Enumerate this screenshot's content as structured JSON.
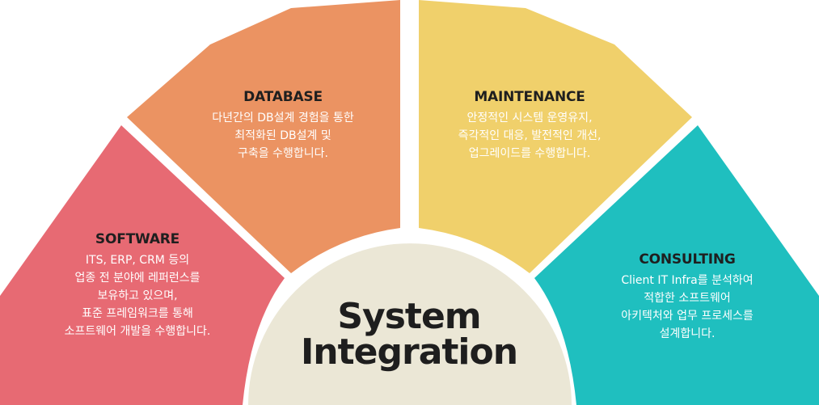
{
  "center": {
    "line1": "System",
    "line2": "Integration"
  },
  "segments": [
    {
      "id": "software",
      "title": "SOFTWARE",
      "lines": [
        "ITS, ERP, CRM 등의",
        "업종 전 분야에 레퍼런스를",
        "보유하고 있으며,",
        "표준 프레임워크를 통해",
        "소프트웨어 개발을 수행합니다."
      ]
    },
    {
      "id": "database",
      "title": "DATABASE",
      "lines": [
        "다년간의 DB설계 경험을 통한",
        "최적화된 DB설계 및",
        "구축을 수행합니다."
      ]
    },
    {
      "id": "maintenance",
      "title": "MAINTENANCE",
      "lines": [
        "안정적인 시스템 운영유지,",
        "즉각적인 대응, 발전적인 개선,",
        "업그레이드를 수행합니다."
      ]
    },
    {
      "id": "consulting",
      "title": "CONSULTING",
      "lines": [
        "Client IT Infra를 분석하여",
        "적합한 소프트웨어",
        "아키텍처와 업무 프로세스를",
        "설계합니다."
      ]
    }
  ],
  "colors": {
    "software": "#e76a73",
    "database": "#eb9362",
    "maintenance": "#f0d06b",
    "consulting": "#1fbfbf",
    "center": "#ebe7d6"
  }
}
